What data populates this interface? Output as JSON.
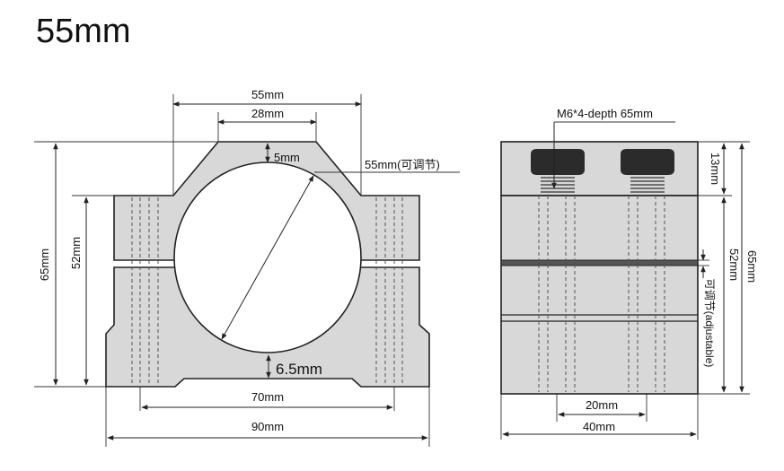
{
  "title": "55mm",
  "front_view": {
    "top_width": "55mm",
    "inner_top_width": "28mm",
    "top_thickness": "5mm",
    "bore_diameter": "55mm(可调节)",
    "total_height": "65mm",
    "body_height": "52mm",
    "bottom_thickness": "6.5mm",
    "hole_spacing": "70mm",
    "total_width": "90mm"
  },
  "side_view": {
    "screw_spec": "M6*4-depth 65mm",
    "cap_height": "13mm",
    "total_height": "65mm",
    "body_height": "52mm",
    "adjustable_note": "可调节(adjustable)",
    "screw_spacing": "20mm",
    "side_width": "40mm"
  },
  "colors": {
    "body_fill": "#d8d8d8",
    "line": "#222222",
    "screw_cap": "#2b2b2b"
  }
}
